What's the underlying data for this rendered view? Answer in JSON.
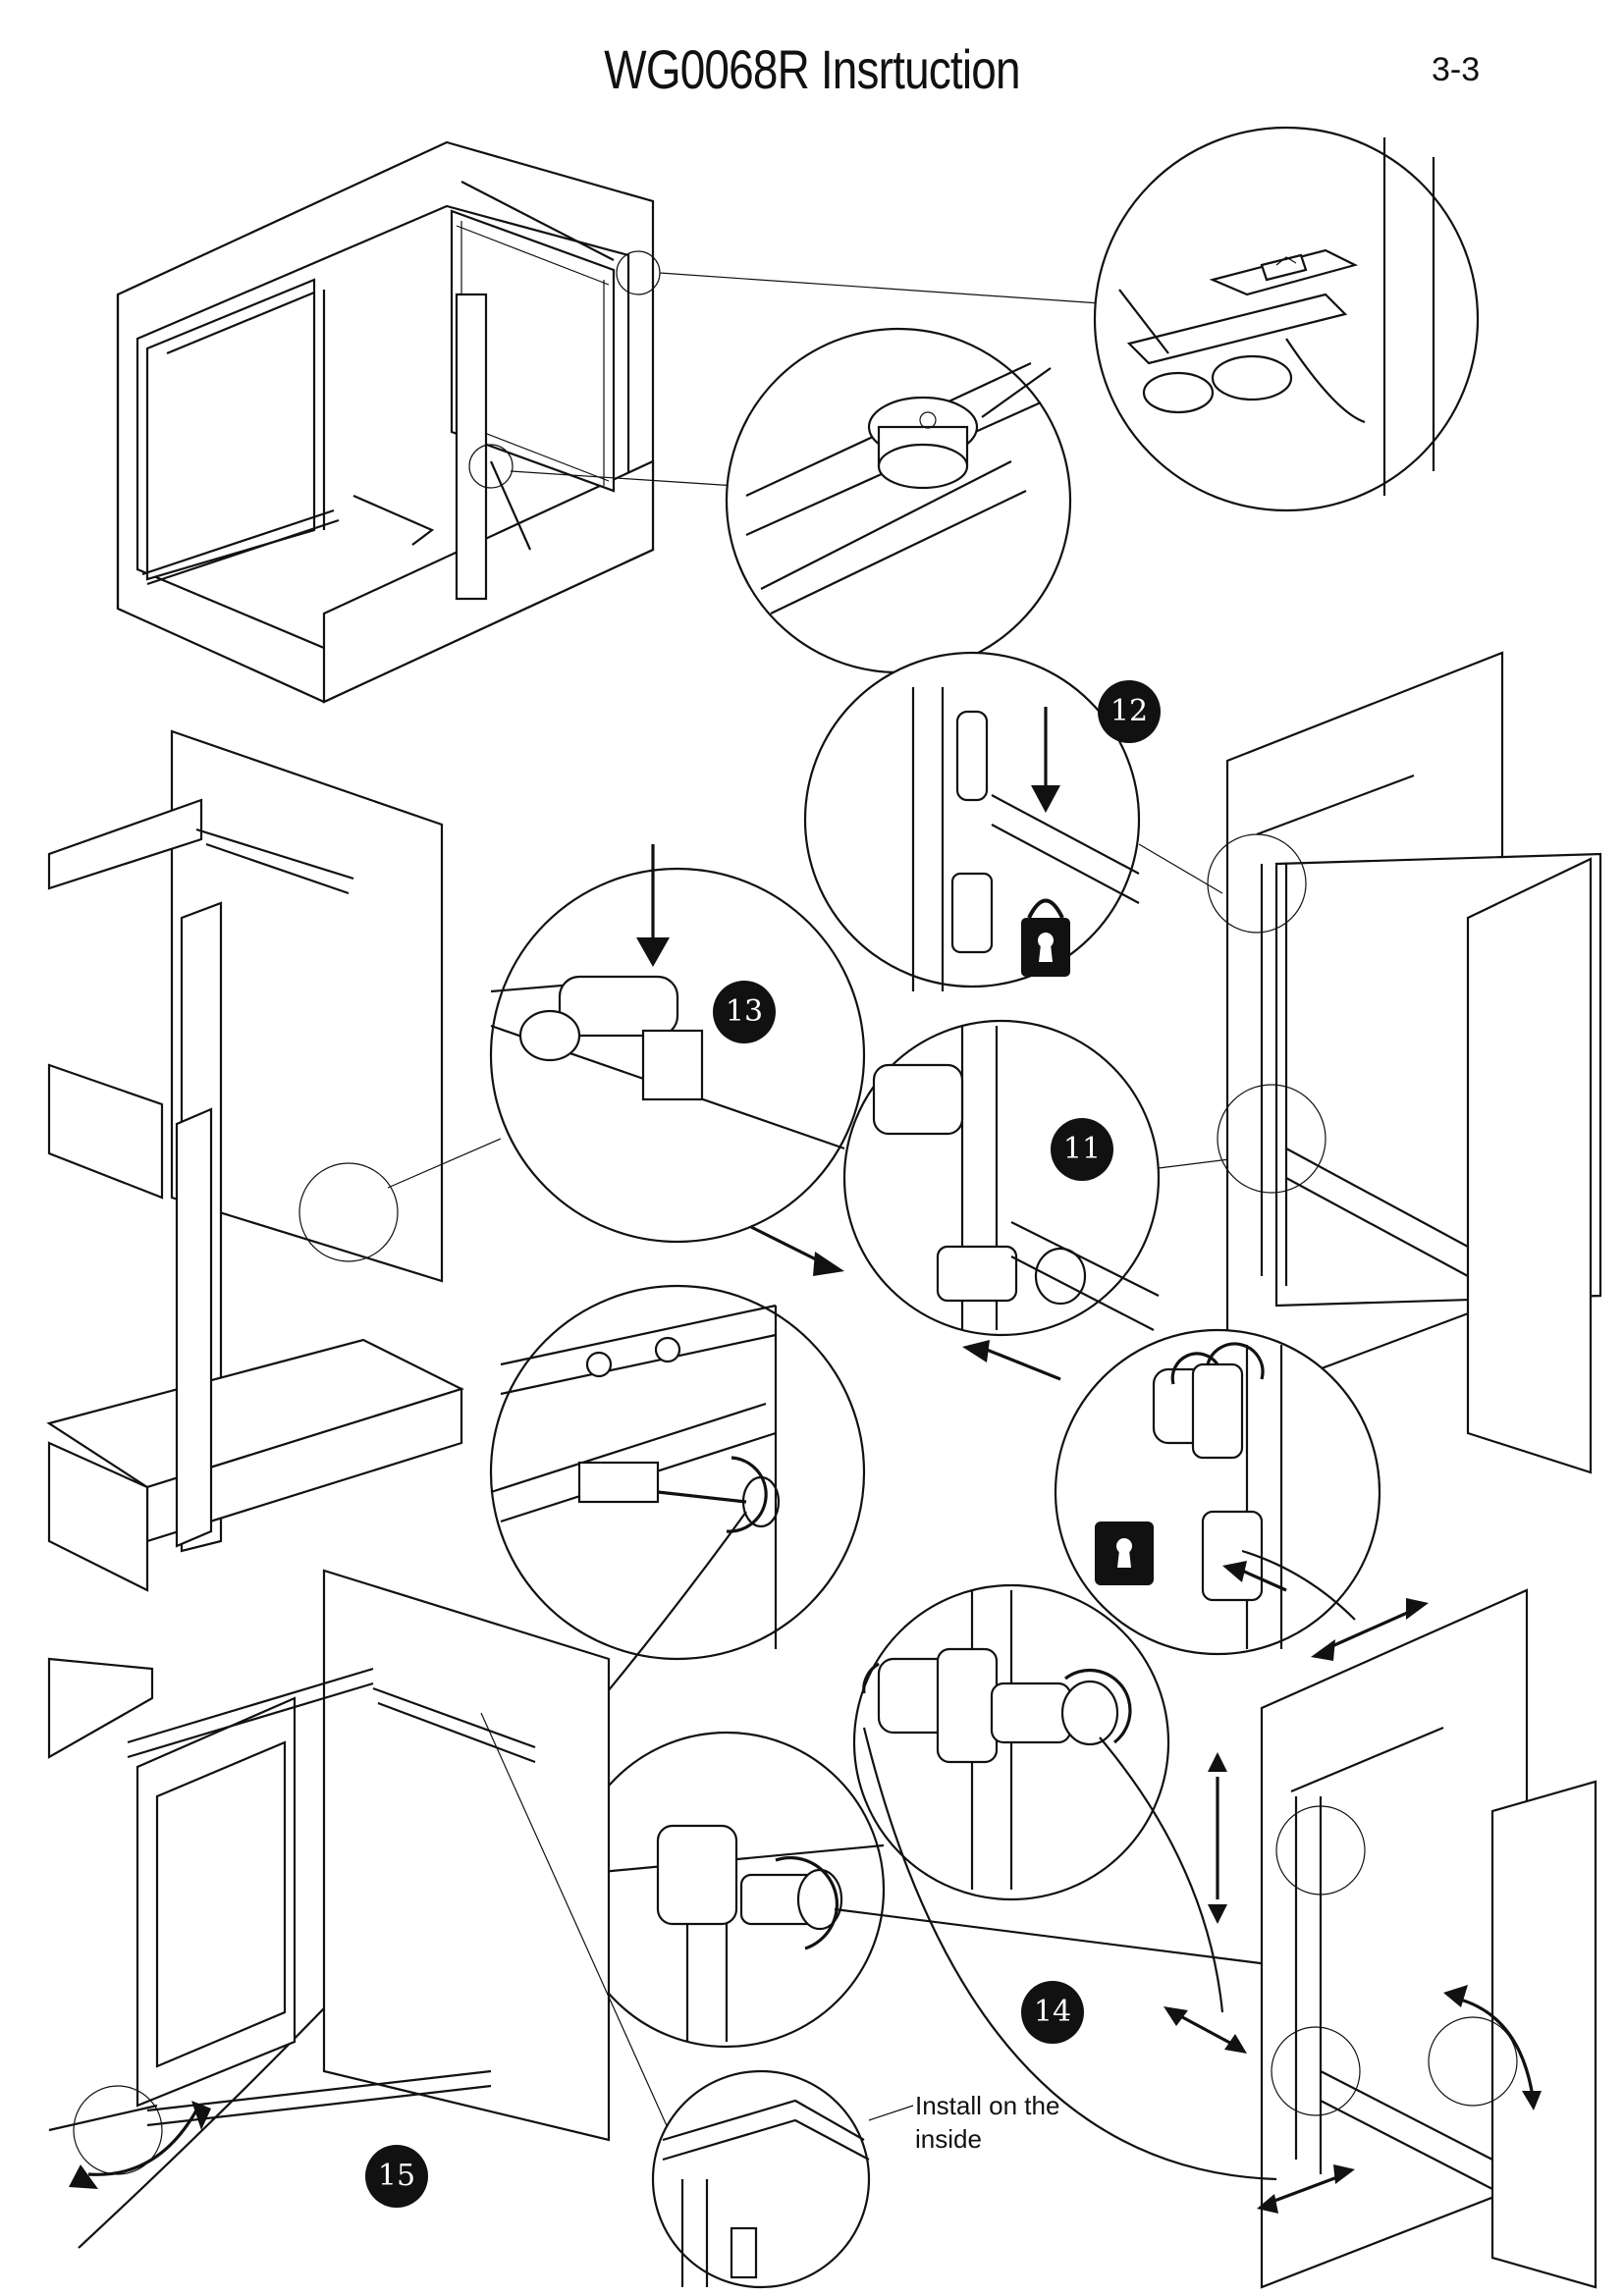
{
  "header": {
    "title": "WG0068R Insrtuction",
    "page_number": "3-3"
  },
  "steps": [
    {
      "label": "11"
    },
    {
      "label": "12"
    },
    {
      "label": "13"
    },
    {
      "label": "14"
    },
    {
      "label": "15"
    }
  ],
  "note": {
    "line1": "Install on the",
    "line2": "inside"
  },
  "icons": [
    "lock-icon",
    "lock-icon",
    "arrow-icon",
    "rotate-arrow-icon",
    "double-arrow-icon"
  ]
}
